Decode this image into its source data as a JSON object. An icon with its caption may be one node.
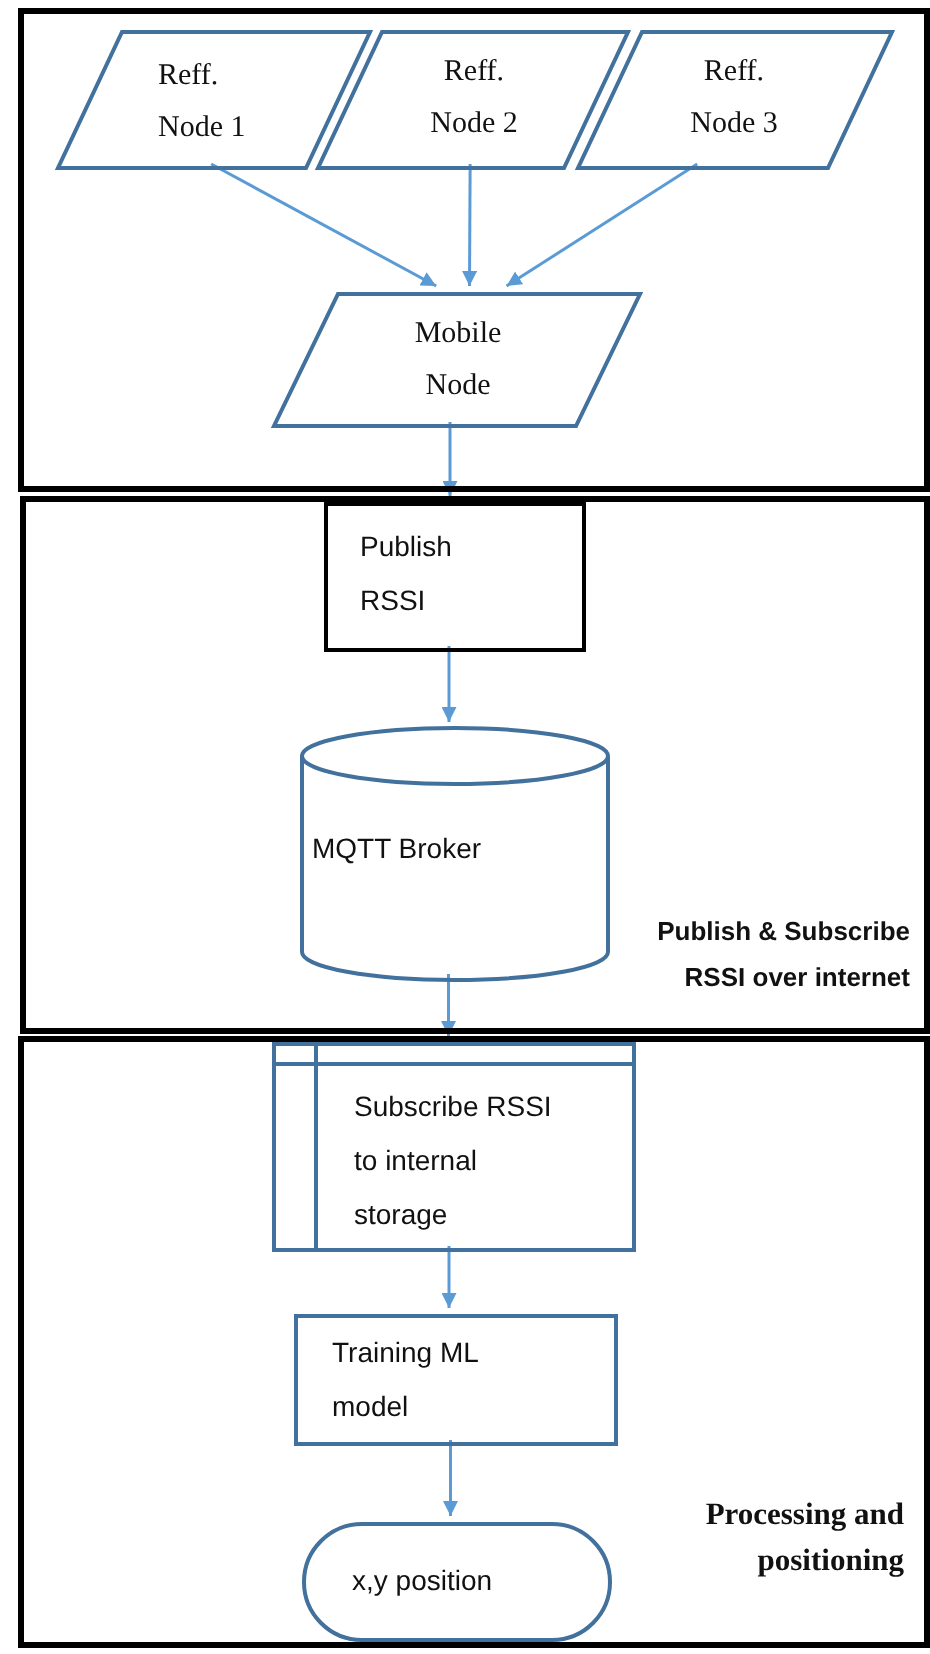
{
  "diagram": {
    "nodes": [
      {
        "text": [],
        "shape": "box"
      },
      {
        "text": [
          "Reff. Node 1"
        ],
        "in": 0
      },
      {
        "text": [
          "Reff. Node 2"
        ],
        "in": 0
      },
      {
        "text": [
          "Reff. Node 3"
        ],
        "in": 0
      },
      {
        "text": [
          "Mobile Node"
        ],
        "in": 0
      },
      {
        "text": [
          "Publish & Subscribe RSSI over internet"
        ]
      },
      {
        "text": [
          "Publish RSSI"
        ],
        "in": 5
      },
      {
        "text": [
          "MQTT Broker"
        ],
        "in": 5
      },
      {
        "text": [
          "Processing and positioning"
        ]
      },
      {
        "text": [
          "Subscribe RSSI to internal storage"
        ],
        "in": 8
      },
      {
        "text": [
          "Training ML model"
        ],
        "in": 8
      },
      {
        "text": [
          "x,y position"
        ],
        "in": 8
      }
    ],
    "edges": [
      {
        "from": 1,
        "to": 4,
        "arrow": "to"
      },
      {
        "from": 2,
        "to": 4,
        "arrow": "to"
      },
      {
        "from": 3,
        "to": 4,
        "arrow": "to"
      },
      {
        "from": 4,
        "to": 6,
        "arrow": "to"
      },
      {
        "from": 6,
        "to": 7,
        "arrow": "to"
      },
      {
        "from": 7,
        "to": 9,
        "arrow": "to"
      },
      {
        "from": 9,
        "to": 10,
        "arrow": "to"
      },
      {
        "from": 10,
        "to": 11,
        "arrow": "to"
      }
    ]
  }
}
